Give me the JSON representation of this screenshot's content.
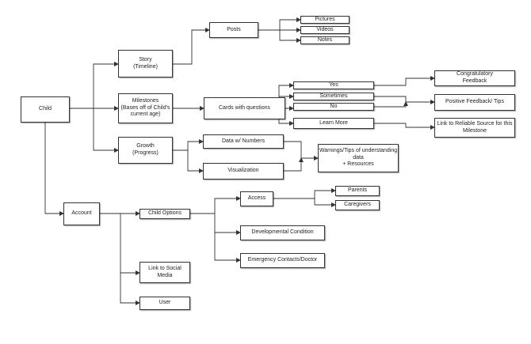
{
  "diagram": {
    "nodes": {
      "child": "Child",
      "story": "Story\n(Timeline)",
      "milestones": "Milestones\n(Bases off of Child's\ncurrent age)",
      "growth": "Growth\n(Progress)",
      "account": "Account",
      "posts": "Posts",
      "pictures": "Pictures",
      "videos": "Videos",
      "notes": "Notes",
      "cards": "Cards with questions",
      "yes": "Yes",
      "sometimes": "Sometimes",
      "no": "No",
      "learn_more": "Learn More",
      "congrats": "Congratulatory\nFeedback",
      "positive": "Positive Feedback/ Tips",
      "link_source": "Link to Reliable Source for this\nMilestone",
      "data_numbers": "Data w/ Numbers",
      "visualization": "Visualization",
      "warnings": "Warnings/Tips of understanding\ndata\n+ Resources",
      "child_options": "Child Options",
      "link_social": "Link to Social\nMedia",
      "user": "User",
      "access": "Access",
      "parents": "Parents",
      "caregivers": "Caregivers",
      "developmental": "Developmental Condition",
      "emergency": "Emergency Contacts/Doctor"
    }
  }
}
